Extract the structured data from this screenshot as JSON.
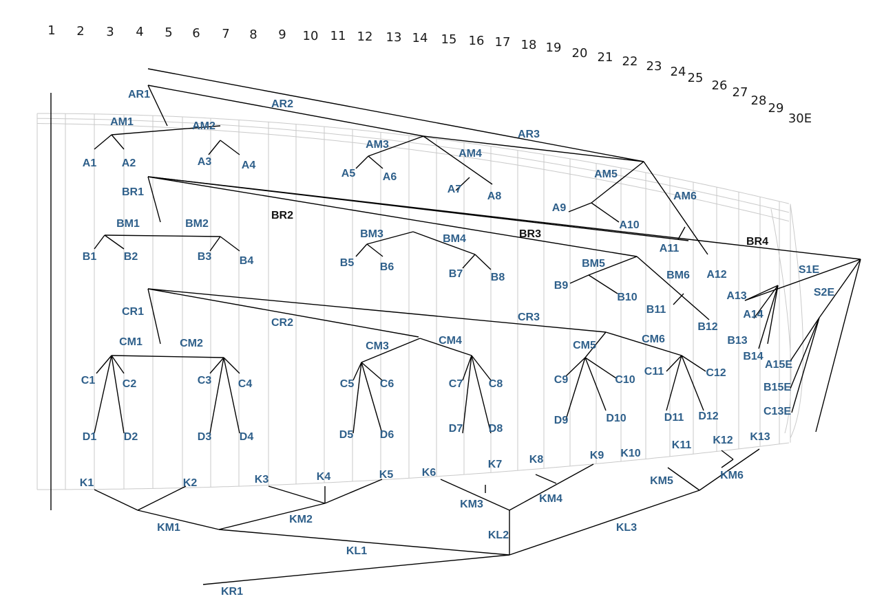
{
  "colors": {
    "label": "#2e5f8a",
    "label_dark": "#111111",
    "line": "#000000",
    "grid": "#c9c9c9",
    "station_text": "#1a1a1a"
  },
  "stations": [
    "1",
    "2",
    "3",
    "4",
    "5",
    "6",
    "7",
    "8",
    "9",
    "10",
    "11",
    "12",
    "13",
    "14",
    "15",
    "16",
    "17",
    "18",
    "19",
    "20",
    "21",
    "22",
    "23",
    "24",
    "25",
    "26",
    "27",
    "28",
    "29",
    "30E"
  ],
  "labels": {
    "AR1": "AR1",
    "AR2": "AR2",
    "AR3": "AR3",
    "AM1": "AM1",
    "AM2": "AM2",
    "AM3": "AM3",
    "AM4": "AM4",
    "AM5": "AM5",
    "AM6": "AM6",
    "A1": "A1",
    "A2": "A2",
    "A3": "A3",
    "A4": "A4",
    "A5": "A5",
    "A6": "A6",
    "A7": "A7",
    "A8": "A8",
    "A9": "A9",
    "A10": "A10",
    "A11": "A11",
    "A12": "A12",
    "A13": "A13",
    "A14": "A14",
    "A15E": "A15E",
    "BR1": "BR1",
    "BR2": "BR2",
    "BR3": "BR3",
    "BR4": "BR4",
    "BM1": "BM1",
    "BM2": "BM2",
    "BM3": "BM3",
    "BM4": "BM4",
    "BM5": "BM5",
    "BM6": "BM6",
    "B1": "B1",
    "B2": "B2",
    "B3": "B3",
    "B4": "B4",
    "B5": "B5",
    "B6": "B6",
    "B7": "B7",
    "B8": "B8",
    "B9": "B9",
    "B10": "B10",
    "B11": "B11",
    "B12": "B12",
    "B13": "B13",
    "B14": "B14",
    "B15E": "B15E",
    "S1E": "S1E",
    "S2E": "S2E",
    "CR1": "CR1",
    "CR2": "CR2",
    "CR3": "CR3",
    "CM1": "CM1",
    "CM2": "CM2",
    "CM3": "CM3",
    "CM4": "CM4",
    "CM5": "CM5",
    "CM6": "CM6",
    "C1": "C1",
    "C2": "C2",
    "C3": "C3",
    "C4": "C4",
    "C5": "C5",
    "C6": "C6",
    "C7": "C7",
    "C8": "C8",
    "C9": "C9",
    "C10": "C10",
    "C11": "C11",
    "C12": "C12",
    "C13E": "C13E",
    "D1": "D1",
    "D2": "D2",
    "D3": "D3",
    "D4": "D4",
    "D5": "D5",
    "D6": "D6",
    "D7": "D7",
    "D8": "D8",
    "D9": "D9",
    "D10": "D10",
    "D11": "D11",
    "D12": "D12",
    "K1": "K1",
    "K2": "K2",
    "K3": "K3",
    "K4": "K4",
    "K5": "K5",
    "K6": "K6",
    "K7": "K7",
    "K8": "K8",
    "K9": "K9",
    "K10": "K10",
    "K11": "K11",
    "K12": "K12",
    "K13": "K13",
    "KM1": "KM1",
    "KM2": "KM2",
    "KM3": "KM3",
    "KM4": "KM4",
    "KM5": "KM5",
    "KM6": "KM6",
    "KL1": "KL1",
    "KL2": "KL2",
    "KL3": "KL3",
    "KR1": "KR1"
  }
}
